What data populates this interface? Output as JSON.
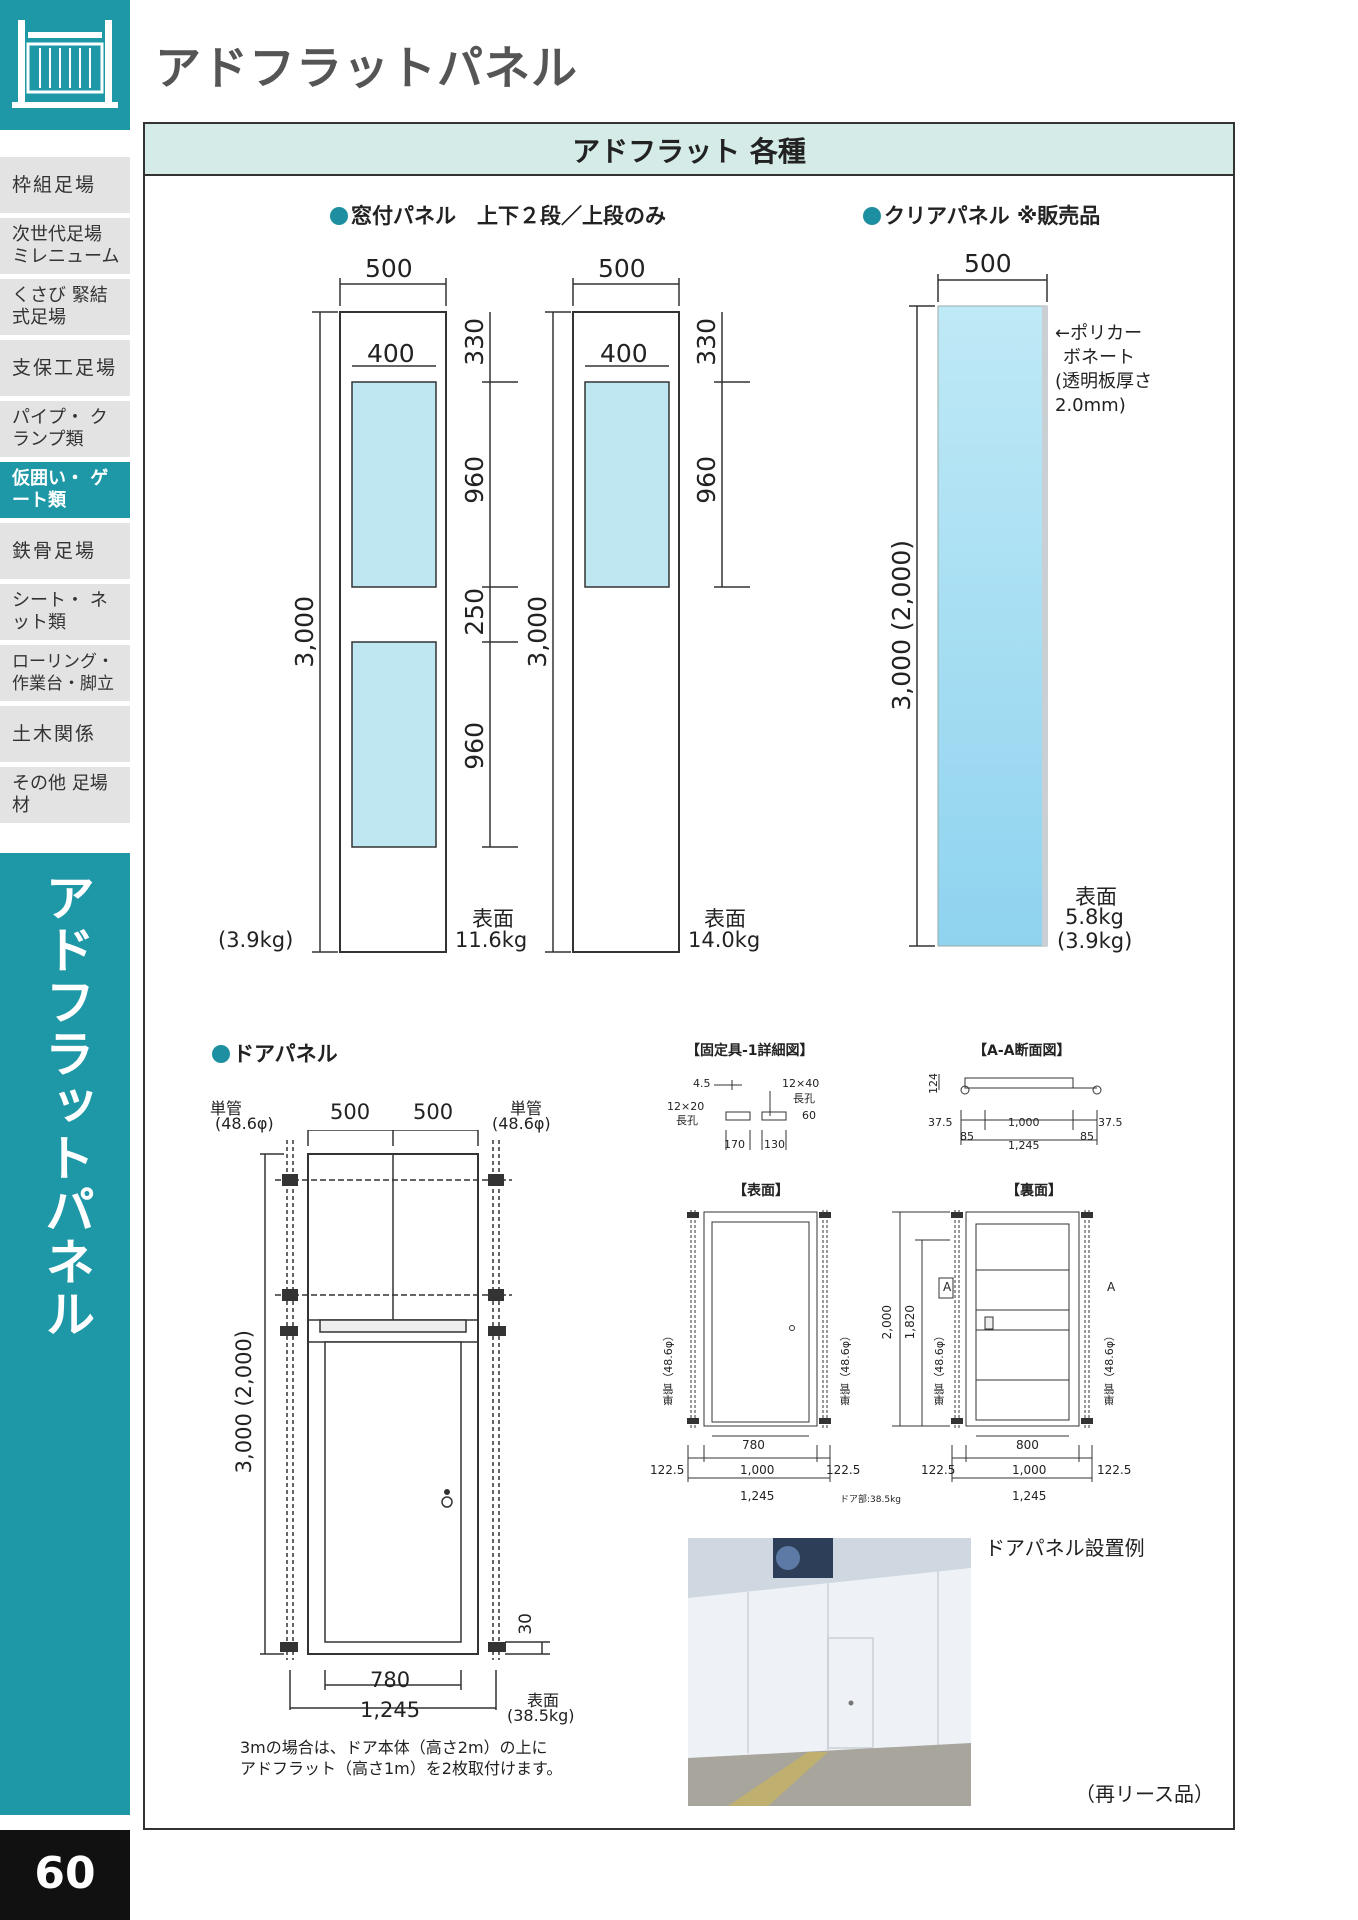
{
  "page": {
    "title": "アドフラットパネル",
    "page_number": "60",
    "section_label": "アドフラットパネル",
    "accent_color": "#1e98a7"
  },
  "sidebar": {
    "items": [
      {
        "label": "枠組足場",
        "active": false
      },
      {
        "label": "次世代足場 ミレニューム",
        "active": false
      },
      {
        "label": "くさび 緊結式足場",
        "active": false
      },
      {
        "label": "支保工足場",
        "active": false
      },
      {
        "label": "パイプ・ クランプ類",
        "active": false
      },
      {
        "label": "仮囲い・ ゲート類",
        "active": true
      },
      {
        "label": "鉄骨足場",
        "active": false
      },
      {
        "label": "シート・ ネット類",
        "active": false
      },
      {
        "label": "ローリング・ 作業台・脚立",
        "active": false
      },
      {
        "label": "土木関係",
        "active": false
      },
      {
        "label": "その他 足場材",
        "active": false
      }
    ]
  },
  "frame": {
    "title": "アドフラット 各種"
  },
  "window_panel": {
    "heading": "窓付パネル　上下２段／上段のみ",
    "two_tier": {
      "width": "500",
      "window_width": "400",
      "height": "3,000",
      "dims": [
        "330",
        "960",
        "250",
        "960"
      ],
      "weight_note": "(3.9kg)",
      "surface_label": "表面",
      "weight": "11.6kg"
    },
    "upper_only": {
      "width": "500",
      "window_width": "400",
      "height": "3,000",
      "dims": [
        "330",
        "960"
      ],
      "surface_label": "表面",
      "weight": "14.0kg"
    }
  },
  "clear_panel": {
    "heading": "クリアパネル ※販売品",
    "width": "500",
    "height": "3,000 (2,000)",
    "material_note": [
      "←ポリカー",
      "ボネート",
      "(透明板厚さ",
      "2.0mm)"
    ],
    "surface_label": "表面",
    "weight": "5.8kg",
    "weight_alt": "(3.9kg)"
  },
  "door_panel": {
    "heading": "ドアパネル",
    "pipe_label": "単管",
    "pipe_size": "(48.6φ)",
    "top_widths": [
      "500",
      "500"
    ],
    "height": "3,000 (2,000)",
    "door_width": "780",
    "total_width": "1,245",
    "bottom_gap": "30",
    "surface_label": "表面",
    "weight": "(38.5kg)",
    "note": [
      "3mの場合は、ドア本体（高さ2m）の上に",
      "アドフラット（高さ1m）を2枚取付けます。"
    ]
  },
  "detail": {
    "fixture_title": "【固定具-1詳細図】",
    "fixture_labels": [
      "4.5",
      "12×40",
      "長孔",
      "12×20",
      "長孔",
      "60",
      "170",
      "130"
    ],
    "section_title": "【A-A断面図】",
    "section_labels": [
      "124",
      "37.5",
      "1,000",
      "37.5",
      "85",
      "85",
      "1,245"
    ],
    "front_title": "【表面】",
    "back_title": "【裏面】",
    "pipe_vertical": "単管（48.6φ）",
    "front_dims": [
      "780",
      "122.5",
      "1,000",
      "122.5",
      "1,245"
    ],
    "back_dims": [
      "800",
      "122.5",
      "1,000",
      "122.5",
      "1,245"
    ],
    "back_heights": [
      "2,000",
      "1,820"
    ],
    "section_mark": "A",
    "door_weight_note": "ドア部:38.5kg"
  },
  "photo": {
    "caption": "ドアパネル設置例",
    "note": "（再リース品）"
  }
}
